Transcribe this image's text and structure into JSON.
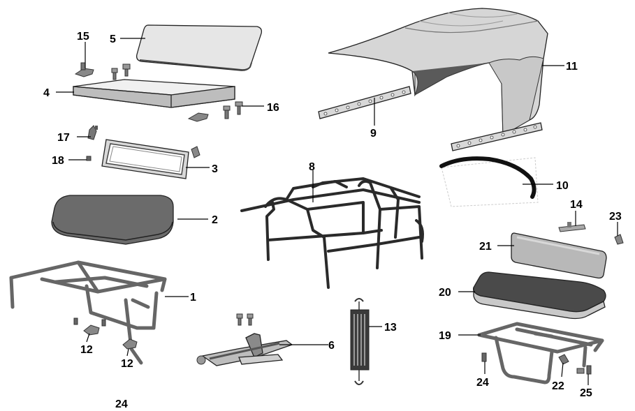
{
  "callouts": {
    "c1": "1",
    "c2": "2",
    "c3": "3",
    "c4": "4",
    "c5": "5",
    "c6": "6",
    "c8": "8",
    "c9": "9",
    "c10": "10",
    "c11": "11",
    "c12a": "12",
    "c12b": "12",
    "c13": "13",
    "c14": "14",
    "c15": "15",
    "c16": "16",
    "c17": "17",
    "c18": "18",
    "c19": "19",
    "c20": "20",
    "c21": "21",
    "c22": "22",
    "c23": "23",
    "c24a": "24",
    "c24b": "24",
    "c25": "25"
  }
}
